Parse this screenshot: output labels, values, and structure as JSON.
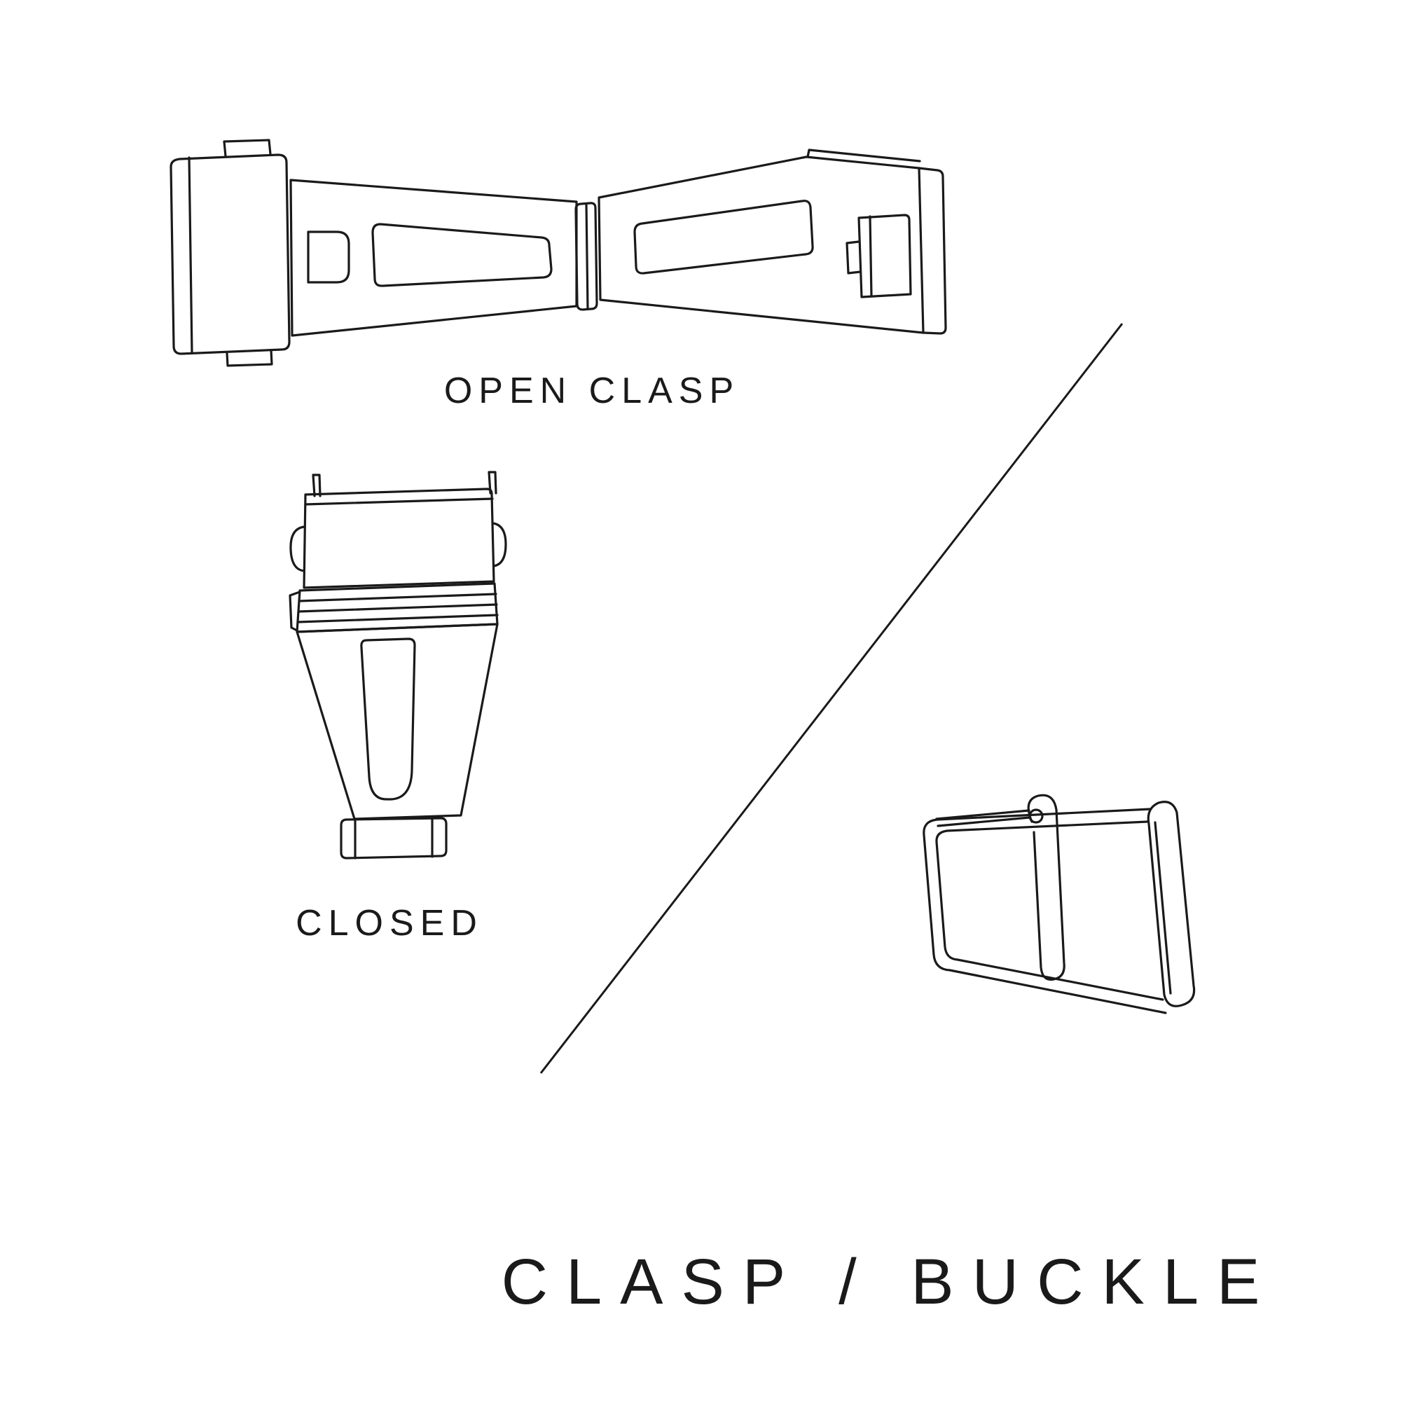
{
  "page": {
    "background_color": "#ffffff",
    "ink_color": "#1a1a1a"
  },
  "figures": {
    "open_clasp": {
      "label": "OPEN CLASP",
      "icon": "open-clasp-illustration"
    },
    "closed_clasp": {
      "label": "CLOSED",
      "icon": "closed-clasp-illustration"
    },
    "buckle": {
      "icon": "tang-buckle-illustration"
    }
  },
  "divider": {
    "icon": "diagonal-divider-line"
  },
  "title": "CLASP / BUCKLE"
}
